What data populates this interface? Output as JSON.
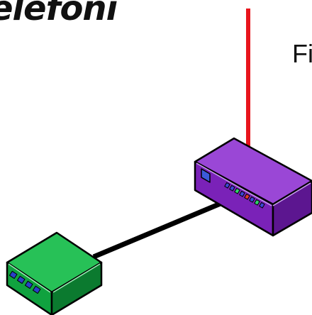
{
  "title": "elefoni",
  "label": "Fi",
  "colors": {
    "uplink_line": "#e8141c",
    "link_line": "#000000",
    "router_top": "#9a47d6",
    "router_front": "#7a22b8",
    "router_side": "#5c1690",
    "switch_top": "#27c157",
    "switch_front": "#10a23f",
    "switch_side": "#0b7a2f",
    "port": "#2a3fc8"
  },
  "devices": [
    {
      "name": "router",
      "icon": "router-icon",
      "color": "purple"
    },
    {
      "name": "switch",
      "icon": "switch-icon",
      "color": "green"
    }
  ]
}
